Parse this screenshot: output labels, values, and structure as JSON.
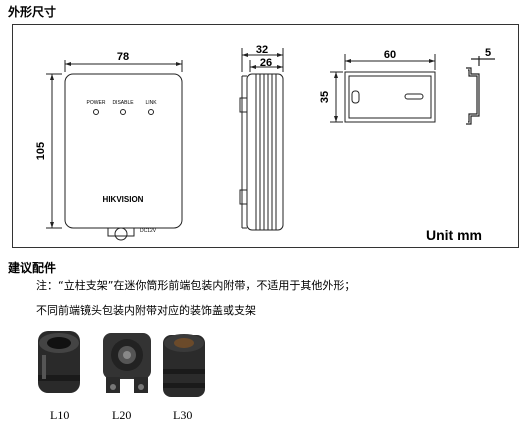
{
  "headings": {
    "dimensions": "外形尺寸",
    "accessories": "建议配件"
  },
  "notes": {
    "line1": "注：“立柱支架”在迷你筒形前端包装内附带，不适用于其他外形；",
    "line2": "不同前端镜头包装内附带对应的装饰盖或支架"
  },
  "drawing": {
    "unit": "Unit mm",
    "front": {
      "width": "78",
      "height": "105",
      "leds": [
        "POWER",
        "DISABLE",
        "LINK"
      ],
      "brand": "HIKVISION",
      "connector": "DC12V"
    },
    "side": {
      "depth_total": "32",
      "depth_body": "26"
    },
    "rail": {
      "length": "60",
      "height": "35"
    },
    "profile": {
      "lip": "5"
    }
  },
  "lenses": [
    "L10",
    "L20",
    "L30"
  ]
}
